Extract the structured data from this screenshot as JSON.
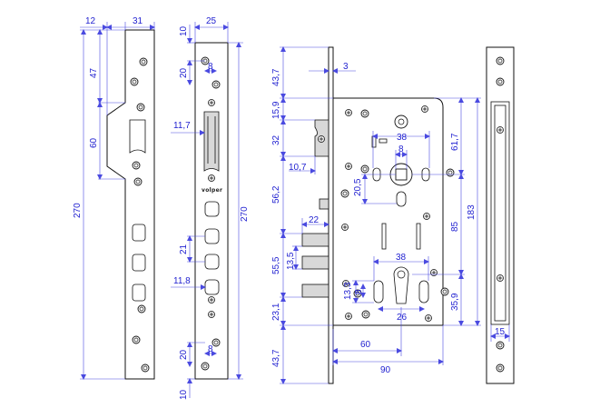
{
  "brand": "volper",
  "strike_plate": {
    "dims": {
      "top_offset": "12",
      "width": "31",
      "upper": "47",
      "keeper": "60",
      "height": "270"
    }
  },
  "faceplate": {
    "dims": {
      "width": "25",
      "top_margin": "10",
      "hole_pitch": "20",
      "hole_offset": "8",
      "latch": "11,7",
      "height": "270",
      "bolt_pitch": "21",
      "bolt_width": "11,8",
      "bottom_pitch": "20",
      "bottom_offset": "8",
      "bottom_margin": "10"
    }
  },
  "lock_body": {
    "dims": {
      "top": "43,7",
      "plate": "3",
      "upper": "15,9",
      "latch_height": "32",
      "latch_proj": "10,7",
      "middle": "56,2",
      "bolt_proj": "22",
      "bolts": "55,5",
      "bolt_pitch": "13,5",
      "lower": "23,1",
      "bottom": "43,7",
      "backset_upper": "38",
      "spindle": "8",
      "spindle_v": "20,5",
      "spindle_to_top": "61,7",
      "centre_dist": "85",
      "body_height": "183",
      "cyl_width": "38",
      "cyl_a": "13,3",
      "cyl_b": "8",
      "cyl_c": "26",
      "cyl_to_bottom": "35,9",
      "backset": "60",
      "depth": "90"
    }
  },
  "side_view": {
    "dims": {
      "width": "15"
    }
  }
}
